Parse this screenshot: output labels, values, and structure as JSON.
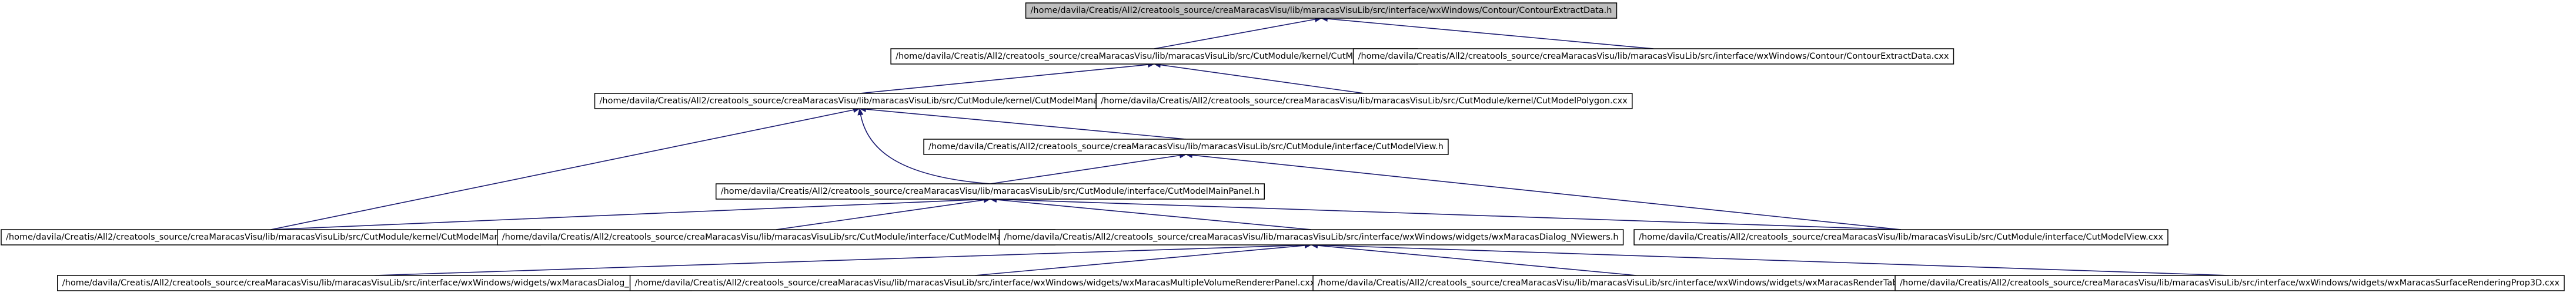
{
  "graph": {
    "edge_color": "#191970",
    "root_fill": "#bfbfbf",
    "node_fill": "#ffffff",
    "nodes": [
      {
        "id": "n0",
        "label": "/home/davila/Creatis/All2/creatools_source/creaMaracasVisu/lib/maracasVisuLib/src/interface/wxWindows/Contour/ContourExtractData.h",
        "root": true
      },
      {
        "id": "n1",
        "label": "/home/davila/Creatis/All2/creatools_source/creaMaracasVisu/lib/maracasVisuLib/src/CutModule/kernel/CutModelPolygon.h"
      },
      {
        "id": "n2",
        "label": "/home/davila/Creatis/All2/creatools_source/creaMaracasVisu/lib/maracasVisuLib/src/interface/wxWindows/Contour/ContourExtractData.cxx"
      },
      {
        "id": "n3",
        "label": "/home/davila/Creatis/All2/creatools_source/creaMaracasVisu/lib/maracasVisuLib/src/CutModule/kernel/CutModelManager.h"
      },
      {
        "id": "n4",
        "label": "/home/davila/Creatis/All2/creatools_source/creaMaracasVisu/lib/maracasVisuLib/src/CutModule/kernel/CutModelPolygon.cxx"
      },
      {
        "id": "n5",
        "label": "/home/davila/Creatis/All2/creatools_source/creaMaracasVisu/lib/maracasVisuLib/src/CutModule/interface/CutModelView.h"
      },
      {
        "id": "n6",
        "label": "/home/davila/Creatis/All2/creatools_source/creaMaracasVisu/lib/maracasVisuLib/src/CutModule/interface/CutModelMainPanel.h"
      },
      {
        "id": "n7",
        "label": "/home/davila/Creatis/All2/creatools_source/creaMaracasVisu/lib/maracasVisuLib/src/CutModule/kernel/CutModelManager.cxx"
      },
      {
        "id": "n8",
        "label": "/home/davila/Creatis/All2/creatools_source/creaMaracasVisu/lib/maracasVisuLib/src/CutModule/interface/CutModelMainPanel.cxx"
      },
      {
        "id": "n9",
        "label": "/home/davila/Creatis/All2/creatools_source/creaMaracasVisu/lib/maracasVisuLib/src/interface/wxWindows/widgets/wxMaracasDialog_NViewers.h"
      },
      {
        "id": "n10",
        "label": "/home/davila/Creatis/All2/creatools_source/creaMaracasVisu/lib/maracasVisuLib/src/CutModule/interface/CutModelView.cxx"
      },
      {
        "id": "n11",
        "label": "/home/davila/Creatis/All2/creatools_source/creaMaracasVisu/lib/maracasVisuLib/src/interface/wxWindows/widgets/wxMaracasDialog_NViewers.cpp"
      },
      {
        "id": "n12",
        "label": "/home/davila/Creatis/All2/creatools_source/creaMaracasVisu/lib/maracasVisuLib/src/interface/wxWindows/widgets/wxMaracasMultipleVolumeRendererPanel.cxx"
      },
      {
        "id": "n13",
        "label": "/home/davila/Creatis/All2/creatools_source/creaMaracasVisu/lib/maracasVisuLib/src/interface/wxWindows/widgets/wxMaracasRenderTabbedPanel.cpp"
      },
      {
        "id": "n14",
        "label": "/home/davila/Creatis/All2/creatools_source/creaMaracasVisu/lib/maracasVisuLib/src/interface/wxWindows/widgets/wxMaracasSurfaceRenderingProp3D.cxx"
      }
    ],
    "edges": [
      {
        "from": "n1",
        "to": "n0"
      },
      {
        "from": "n2",
        "to": "n0"
      },
      {
        "from": "n3",
        "to": "n1"
      },
      {
        "from": "n4",
        "to": "n1"
      },
      {
        "from": "n7",
        "to": "n3"
      },
      {
        "from": "n6",
        "to": "n3"
      },
      {
        "from": "n5",
        "to": "n3"
      },
      {
        "from": "n6",
        "to": "n5"
      },
      {
        "from": "n10",
        "to": "n5"
      },
      {
        "from": "n7",
        "to": "n6"
      },
      {
        "from": "n8",
        "to": "n6"
      },
      {
        "from": "n9",
        "to": "n6"
      },
      {
        "from": "n10",
        "to": "n6"
      },
      {
        "from": "n11",
        "to": "n9"
      },
      {
        "from": "n12",
        "to": "n9"
      },
      {
        "from": "n13",
        "to": "n9"
      },
      {
        "from": "n14",
        "to": "n9"
      }
    ]
  }
}
